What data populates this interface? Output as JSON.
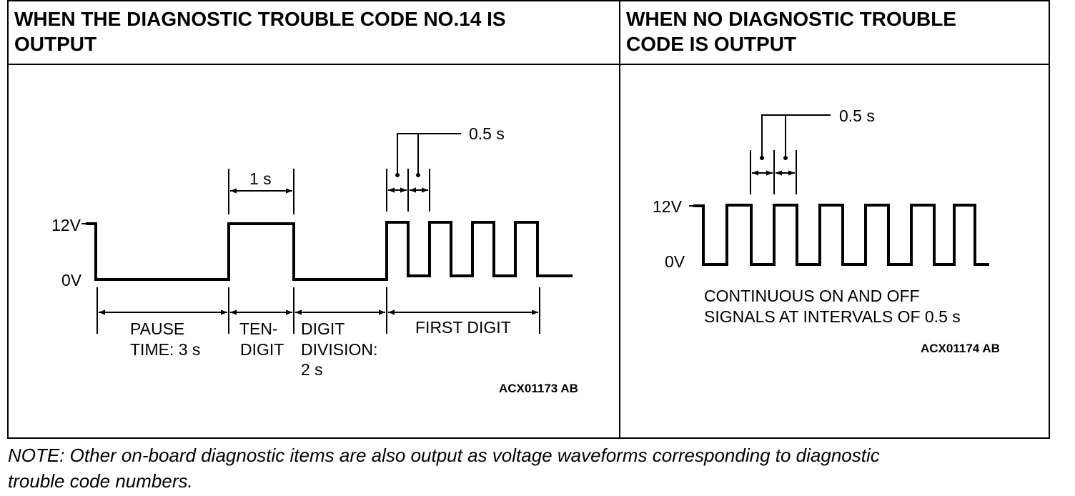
{
  "left_panel": {
    "title_line1": "WHEN THE DIAGNOSTIC TROUBLE CODE NO.14 IS",
    "title_line2": "OUTPUT",
    "voltage_high": "12V",
    "voltage_low": "0V",
    "dim_one_second": "1 s",
    "dim_half_second": "0.5 s",
    "segments": {
      "pause": [
        "PAUSE",
        "TIME: 3 s"
      ],
      "ten_digit": [
        "TEN-",
        "DIGIT"
      ],
      "digit_division": [
        "DIGIT",
        "DIVISION:",
        "2 s"
      ],
      "first_digit": "FIRST DIGIT"
    },
    "ref_code": "ACX01173 AB"
  },
  "right_panel": {
    "title_line1": "WHEN NO DIAGNOSTIC TROUBLE",
    "title_line2": "CODE IS OUTPUT",
    "voltage_high": "12V",
    "voltage_low": "0V",
    "dim_half_second": "0.5 s",
    "description_line1": "CONTINUOUS ON AND OFF",
    "description_line2": "SIGNALS AT INTERVALS OF 0.5 s",
    "ref_code": "ACX01174 AB"
  },
  "note": {
    "line1": "NOTE: Other on-board diagnostic items are also output as voltage waveforms corresponding to diagnostic",
    "line2": "trouble code numbers."
  }
}
